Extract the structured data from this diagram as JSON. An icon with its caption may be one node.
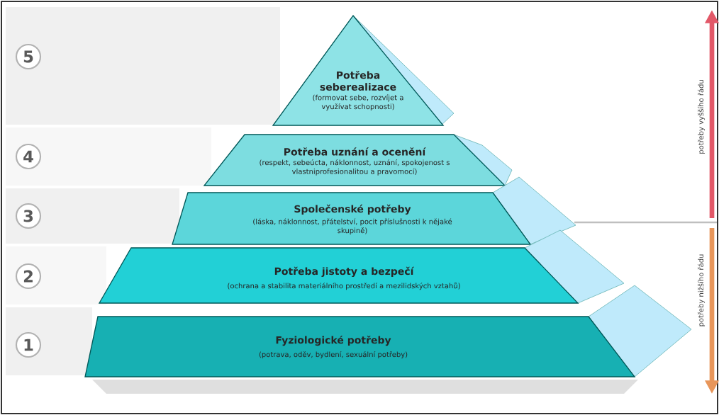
{
  "diagram": {
    "nodes": [
      {
        "text": [
          "Potřeba seberealizace",
          "(formovat sebe, rozvíjet a využívat schopnosti)"
        ]
      },
      {
        "text": [
          "Potřeba uznání a ocenění",
          "(respekt, sebeúcta, náklonnost, uznání, spokojenost s vlastniprofesionalitou a pravomocí)"
        ]
      },
      {
        "text": [
          "Společenské potřeby",
          "(láska, náklonnost, přátelství, pocit příslušnosti k nějaké skupině)"
        ]
      },
      {
        "text": [
          "Potřeba jistoty a bezpečí",
          "(ochrana a stabilita materiálního prostředí a mezilidských vztahů)"
        ]
      },
      {
        "text": [
          "Fyziologické potřeby",
          "(potrava, oděv, bydlení, sexuální potřeby)"
        ]
      }
    ],
    "labels": [
      "5",
      "4",
      "3",
      "2",
      "1",
      "potřeby vyššího řádu",
      "potřeby nižšího řádu"
    ]
  }
}
